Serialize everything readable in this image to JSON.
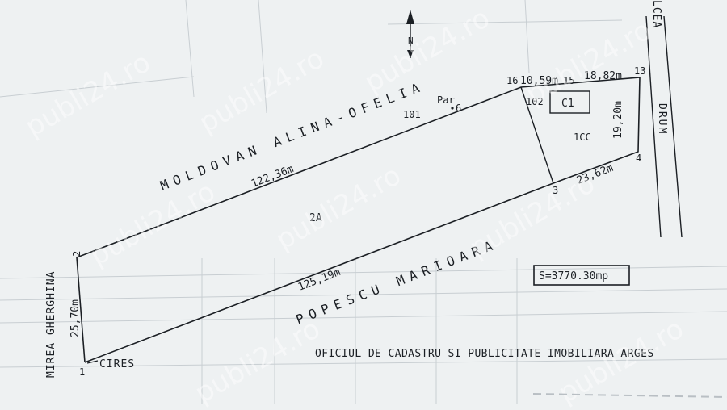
{
  "north_marker": "N",
  "parcel": {
    "points": [
      "1",
      "2",
      "3",
      "4",
      "13",
      "15",
      "16"
    ],
    "area_label": "2A",
    "area_total": "S=3770.30mp"
  },
  "measurements": {
    "north_side": "122,36m",
    "south_side": "125,19m",
    "west_side": "25,70m",
    "east_side": "19,20m",
    "top_left": "10,59m",
    "top_right": "18,82m",
    "lower_right": "23,62m"
  },
  "neighbors": {
    "north": "MOLDOVAN ALINA-OFELIA",
    "south": "POPESCU MARIOARA",
    "west": "MIREA GHERGHINA",
    "east": "DRUM",
    "top_road": "LCEA"
  },
  "parcel_refs": {
    "par_label": "Par",
    "par_value": "6",
    "ref_101": "101",
    "ref_102": "102",
    "ref_cc": "1CC",
    "building": "C1"
  },
  "tree_label": "CIRES",
  "office_caption": "OFICIUL DE CADASTRU SI PUBLICITATE IMOBILIARA ARGES",
  "watermark": "publi24.ro"
}
